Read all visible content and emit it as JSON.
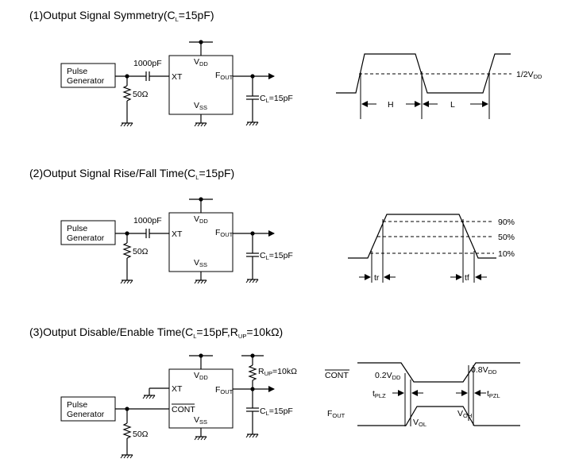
{
  "sections": [
    {
      "title_prefix": "(1)Output Signal Symmetry(C",
      "title_sub": "L",
      "title_suffix": "=15pF)"
    },
    {
      "title_prefix": "(2)Output Signal Rise/Fall Time(C",
      "title_sub": "L",
      "title_suffix": "=15pF)"
    },
    {
      "title_prefix": "(3)Output Disable/Enable Time(C",
      "title_sub": "L",
      "title_mid": "=15pF,R",
      "title_sub2": "UP",
      "title_suffix": "=10kΩ)"
    }
  ],
  "circuit": {
    "pulse_line1": "Pulse",
    "pulse_line2": "Generator",
    "cap_label": "1000pF",
    "res_label": "50Ω",
    "xt": "XT",
    "vdd_main": "V",
    "vdd_sub": "DD",
    "vss_main": "V",
    "vss_sub": "SS",
    "fout_main": "F",
    "fout_sub": "OUT",
    "cl_main": "C",
    "cl_sub": "L",
    "cl_value": "=15pF",
    "cont": "CONT",
    "rup_main": "R",
    "rup_sub": "UP",
    "rup_value": "=10kΩ"
  },
  "timing1": {
    "half_main": "1/2V",
    "half_sub": "DD",
    "H": "H",
    "L": "L"
  },
  "timing2": {
    "p90": "90%",
    "p50": "50%",
    "p10": "10%",
    "tr": "tr",
    "tf": "tf"
  },
  "timing3": {
    "cont": "CONT",
    "fout_main": "F",
    "fout_sub": "OUT",
    "v02_main": "0.2V",
    "v02_sub": "DD",
    "v08_main": "0.8V",
    "v08_sub": "DD",
    "tplz_main": "t",
    "tplz_sub": "PLZ",
    "tpzl_main": "t",
    "tpzl_sub": "PZL",
    "vol_main": "V",
    "vol_sub": "OL",
    "voh_main": "V",
    "voh_sub": "OH"
  }
}
